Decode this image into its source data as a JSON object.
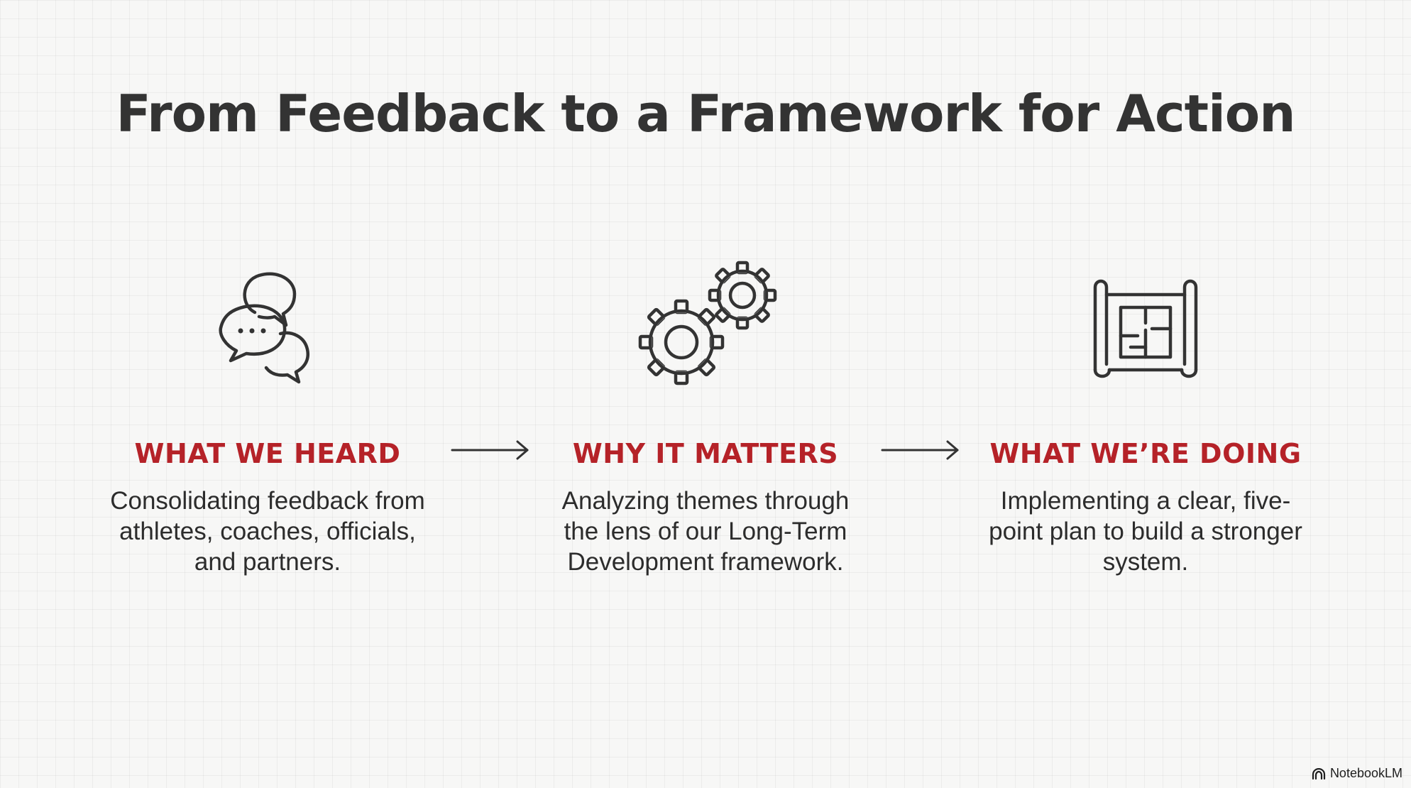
{
  "slide": {
    "title": "From Feedback to a Framework for Action"
  },
  "steps": [
    {
      "icon": "chat-bubbles-icon",
      "heading": "WHAT WE HEARD",
      "description": "Consolidating feedback from athletes, coaches, officials, and partners."
    },
    {
      "icon": "gears-icon",
      "heading": "WHY IT MATTERS",
      "description": "Analyzing themes through the lens of our Long-Term Development framework."
    },
    {
      "icon": "blueprint-icon",
      "heading": "WHAT WE’RE DOING",
      "description": "Implementing a clear, five-point plan to build a stronger system."
    }
  ],
  "arrows": [
    "right-arrow-icon",
    "right-arrow-icon"
  ],
  "branding": {
    "icon": "notebooklm-logo-icon",
    "label": "NotebookLM"
  },
  "colors": {
    "background": "#f7f7f6",
    "title_text": "#333333",
    "heading_accent": "#b52228",
    "body_text": "#2c2c2c",
    "icon_stroke": "#333333"
  }
}
